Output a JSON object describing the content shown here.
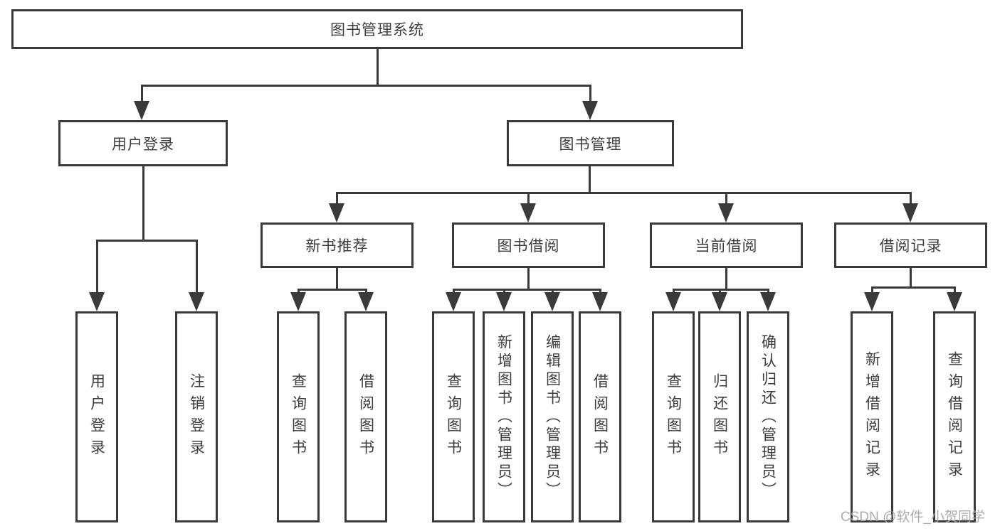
{
  "diagram_title": "图书管理系统",
  "tree": {
    "label": "图书管理系统",
    "children": [
      {
        "label": "用户登录",
        "children": [
          {
            "label": "用户登录"
          },
          {
            "label": "注销登录"
          }
        ]
      },
      {
        "label": "图书管理",
        "children": [
          {
            "label": "新书推荐",
            "children": [
              {
                "label": "查询图书"
              },
              {
                "label": "借阅图书"
              }
            ]
          },
          {
            "label": "图书借阅",
            "children": [
              {
                "label": "查询图书"
              },
              {
                "label": "新增图书（管理员）"
              },
              {
                "label": "编辑图书（管理员）"
              },
              {
                "label": "借阅图书"
              }
            ]
          },
          {
            "label": "当前借阅",
            "children": [
              {
                "label": "查询图书"
              },
              {
                "label": "归还图书"
              },
              {
                "label": "确认归还（管理员）"
              }
            ]
          },
          {
            "label": "借阅记录",
            "children": [
              {
                "label": "新增借阅记录"
              },
              {
                "label": "查询借阅记录"
              }
            ]
          }
        ]
      }
    ]
  },
  "watermark": {
    "text": "CSDN @软件_小贺同学"
  },
  "colors": {
    "line": "#3a3a3a",
    "box_border": "#3a3a3a",
    "box_fill": "#ffffff",
    "text": "#3d3d3d",
    "watermark": "#a6a6a6",
    "background": "#ffffff"
  }
}
